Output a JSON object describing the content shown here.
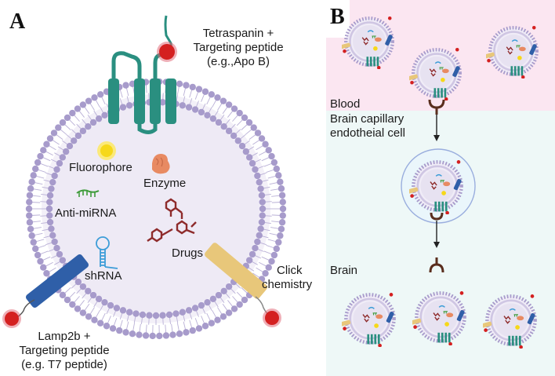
{
  "panel_a": {
    "letter": "A",
    "tetraspanin_label": [
      "Tetraspanin +",
      "Targeting peptide",
      "(e.g.,Apo B)"
    ],
    "fluorophore_label": "Fluorophore",
    "enzyme_label": "Enzyme",
    "anti_mirna_label": "Anti-miRNA",
    "drugs_label": "Drugs",
    "shrna_label": "shRNA",
    "click_label": [
      "Click",
      "chemistry"
    ],
    "lamp2b_label": [
      "Lamp2b +",
      "Targeting peptide",
      "(e.g. T7 peptide)"
    ]
  },
  "panel_b": {
    "letter": "B",
    "blood_label": "Blood",
    "endothelial_label": [
      "Brain capillary",
      "endotheial cell"
    ],
    "brain_label": "Brain"
  },
  "colors": {
    "lipid_head": "#a79bcb",
    "lumen": "#eeeaf5",
    "tetraspanin": "#2a8f80",
    "lamp2b": "#2f5fa8",
    "click": "#e8c77a",
    "peptide": "#d42020",
    "enzyme": "#e88a62",
    "drug": "#8e2b2b",
    "anti_mirna": "#3e9b3a",
    "shrna": "#3d9dd8",
    "fluorophore": "#f6d81a",
    "blood_bg": "#fbe6f1",
    "brain_bg": "#eef8f7",
    "receptor": "#5a2e1e"
  }
}
